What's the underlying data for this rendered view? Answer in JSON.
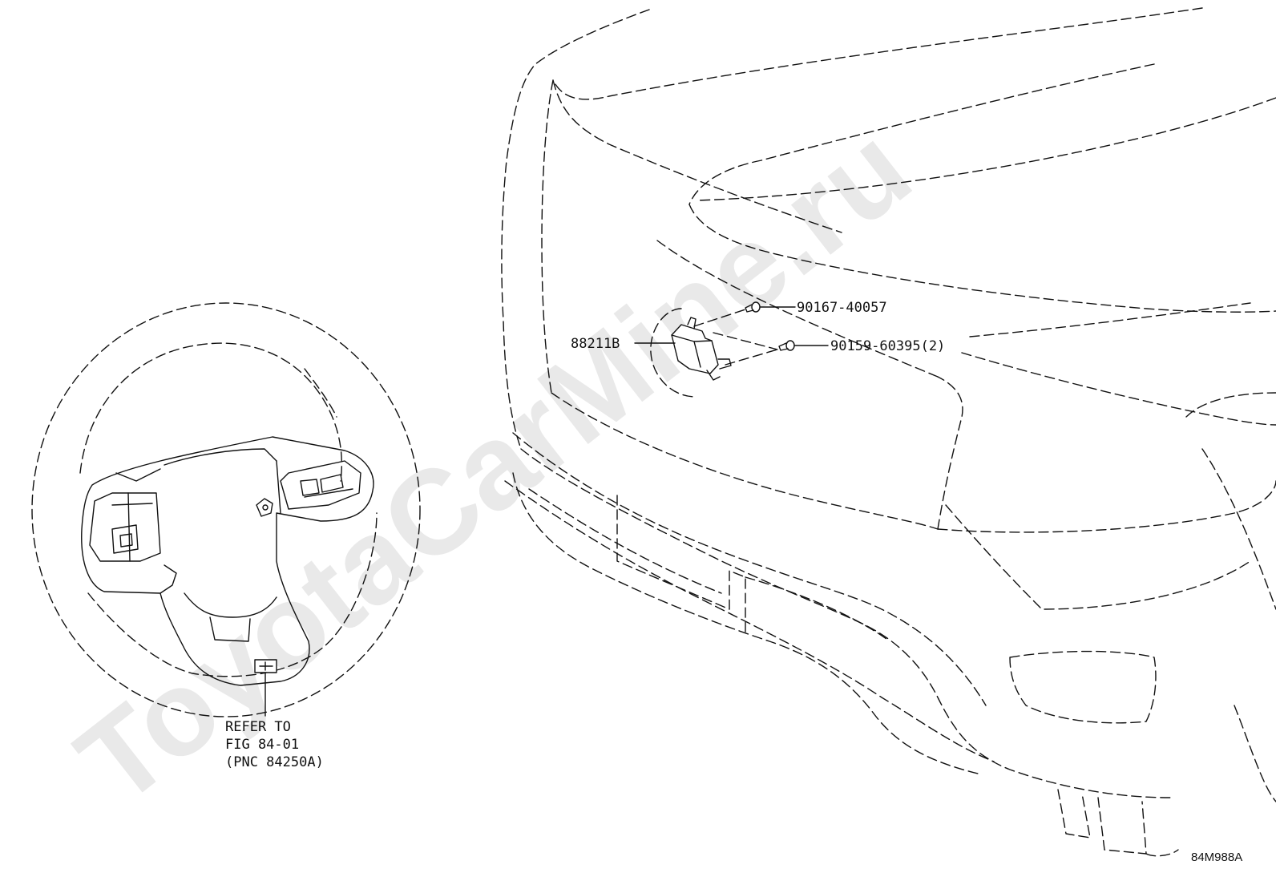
{
  "watermark": "ToyotaCarMine.ru",
  "parts": {
    "sensor_unit": "88211B",
    "bolt_top": "90167-40057",
    "bolt_bottom": "90159-60395(2)"
  },
  "reference": {
    "line1": "REFER TO",
    "line2": "FIG 84-01",
    "line3": "(PNC 84250A)"
  },
  "figure_code": "84M988A"
}
